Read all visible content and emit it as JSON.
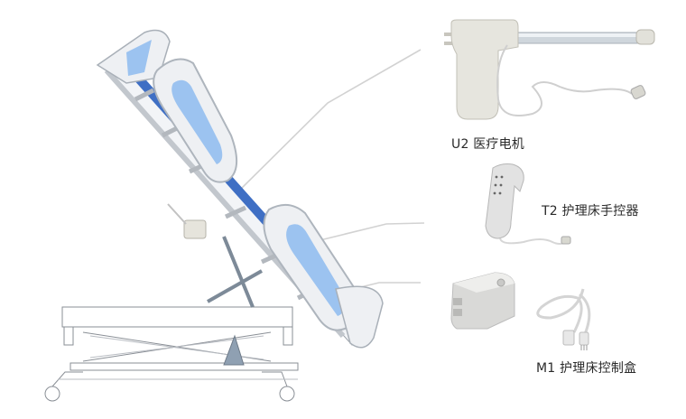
{
  "illustration": {
    "subject": "electric nursing bed in tilted position",
    "colors": {
      "panel_blue": "#9cc3f0",
      "rail_blue": "#3f6fc4",
      "frame_white": "#f4f6f8",
      "outline_gray": "#8a8f96",
      "leader_line": "#d4d4d4",
      "component_gray": "#e3e2dc"
    }
  },
  "components": [
    {
      "code": "U2",
      "name": "医疗电机",
      "label": "U2 医疗电机",
      "icon": "linear-actuator-icon"
    },
    {
      "code": "T2",
      "name": "护理床手控器",
      "label": "T2 护理床手控器",
      "icon": "hand-controller-icon"
    },
    {
      "code": "M1",
      "name": "护理床控制盒",
      "label": "M1 护理床控制盒",
      "icon": "control-box-icon"
    }
  ]
}
